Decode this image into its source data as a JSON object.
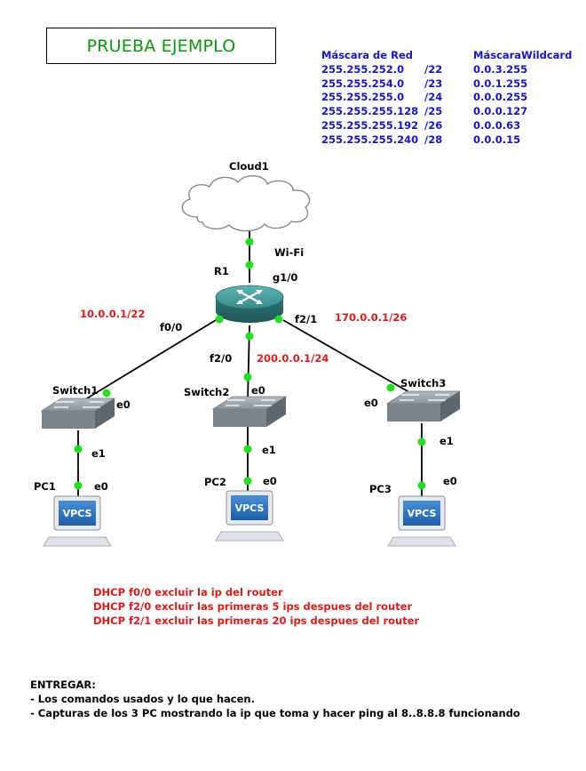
{
  "title": "PRUEBA EJEMPLO",
  "mask_table": {
    "headers": [
      "Máscara de Red",
      "MáscaraWildcard"
    ],
    "rows": [
      {
        "mask": "255.255.252.0",
        "prefix": "/22",
        "wildcard": "0.0.3.255"
      },
      {
        "mask": "255.255.254.0",
        "prefix": "/23",
        "wildcard": "0.0.1.255"
      },
      {
        "mask": "255.255.255.0",
        "prefix": "/24",
        "wildcard": "0.0.0.255"
      },
      {
        "mask": "255.255.255.128",
        "prefix": "/25",
        "wildcard": "0.0.0.127"
      },
      {
        "mask": "255.255.255.192",
        "prefix": "/26",
        "wildcard": "0.0.0.63"
      },
      {
        "mask": "255.255.255.240",
        "prefix": "/28",
        "wildcard": "0.0.0.15"
      }
    ]
  },
  "topology": {
    "cloud": {
      "name": "Cloud1",
      "port": "Wi-Fi"
    },
    "router": {
      "name": "R1",
      "ports": {
        "uplink": "g1/0",
        "left": "f0/0",
        "middle": "f2/0",
        "right": "f2/1"
      }
    },
    "networks": {
      "left": "10.0.0.1/22",
      "middle": "200.0.0.1/24",
      "right": "170.0.0.1/26"
    },
    "switches": [
      {
        "name": "Switch1",
        "up_port": "e0",
        "down_port": "e1"
      },
      {
        "name": "Switch2",
        "up_port": "e0",
        "down_port": "e1"
      },
      {
        "name": "Switch3",
        "up_port": "e0",
        "down_port": "e1"
      }
    ],
    "pcs": [
      {
        "name": "PC1",
        "port": "e0",
        "screen": "VPCS"
      },
      {
        "name": "PC2",
        "port": "e0",
        "screen": "VPCS"
      },
      {
        "name": "PC3",
        "port": "e0",
        "screen": "VPCS"
      }
    ]
  },
  "dhcp_notes": [
    "DHCP f0/0 excluir la ip del router",
    "DHCP f2/0 excluir las primeras 5 ips despues del router",
    "DHCP f2/1 excluir las primeras 20 ips despues del router"
  ],
  "deliverables": {
    "heading": "ENTREGAR:",
    "items": [
      "- Los comandos usados y lo que hacen.",
      "- Capturas de los 3 PC mostrando la ip que toma y hacer ping al 8..8.8.8 funcionando"
    ]
  },
  "colors": {
    "title": "#0a9a0a",
    "table": "#1515d0",
    "ip": "#e01a1a",
    "link_dot": "#22dd22",
    "router": "#3f9596",
    "switch": "#8a9199"
  }
}
